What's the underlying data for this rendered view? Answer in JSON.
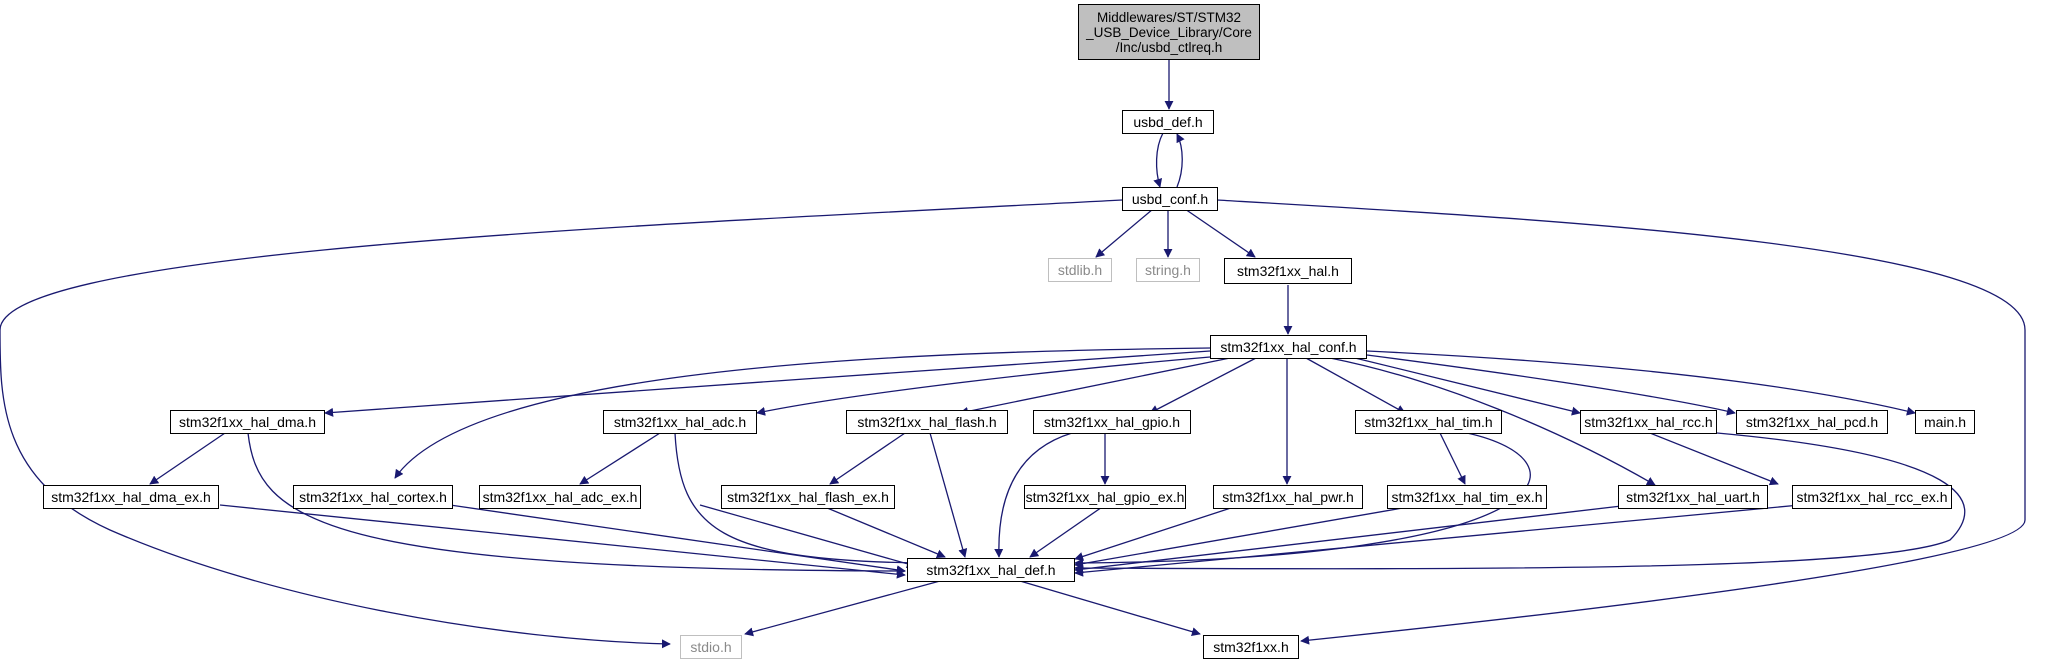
{
  "colors": {
    "edge": "#191970",
    "root_fill": "#bfbfbf",
    "node_border": "#000000",
    "external_border": "#bfbfbf"
  },
  "nodes": {
    "root": "Middlewares/ST/STM32\n_USB_Device_Library/Core\n/Inc/usbd_ctlreq.h",
    "usbd_def": "usbd_def.h",
    "usbd_conf": "usbd_conf.h",
    "stdlib": "stdlib.h",
    "string": "string.h",
    "hal": "stm32f1xx_hal.h",
    "hal_conf": "stm32f1xx_hal_conf.h",
    "dma": "stm32f1xx_hal_dma.h",
    "adc": "stm32f1xx_hal_adc.h",
    "flash": "stm32f1xx_hal_flash.h",
    "gpio": "stm32f1xx_hal_gpio.h",
    "tim": "stm32f1xx_hal_tim.h",
    "rcc": "stm32f1xx_hal_rcc.h",
    "pcd": "stm32f1xx_hal_pcd.h",
    "main": "main.h",
    "dma_ex": "stm32f1xx_hal_dma_ex.h",
    "cortex": "stm32f1xx_hal_cortex.h",
    "adc_ex": "stm32f1xx_hal_adc_ex.h",
    "flash_ex": "stm32f1xx_hal_flash_ex.h",
    "gpio_ex": "stm32f1xx_hal_gpio_ex.h",
    "pwr": "stm32f1xx_hal_pwr.h",
    "tim_ex": "stm32f1xx_hal_tim_ex.h",
    "uart": "stm32f1xx_hal_uart.h",
    "rcc_ex": "stm32f1xx_hal_rcc_ex.h",
    "hal_def": "stm32f1xx_hal_def.h",
    "stdio": "stdio.h",
    "stm32f1xx": "stm32f1xx.h"
  },
  "edges": [
    [
      "root",
      "usbd_def"
    ],
    [
      "usbd_def",
      "usbd_conf"
    ],
    [
      "usbd_conf",
      "usbd_def"
    ],
    [
      "usbd_conf",
      "stdlib"
    ],
    [
      "usbd_conf",
      "string"
    ],
    [
      "usbd_conf",
      "hal"
    ],
    [
      "usbd_conf",
      "stdio"
    ],
    [
      "usbd_conf",
      "stm32f1xx"
    ],
    [
      "hal",
      "hal_conf"
    ],
    [
      "hal_conf",
      "dma"
    ],
    [
      "hal_conf",
      "cortex"
    ],
    [
      "hal_conf",
      "adc"
    ],
    [
      "hal_conf",
      "flash"
    ],
    [
      "hal_conf",
      "gpio"
    ],
    [
      "hal_conf",
      "pwr"
    ],
    [
      "hal_conf",
      "tim"
    ],
    [
      "hal_conf",
      "uart"
    ],
    [
      "hal_conf",
      "rcc"
    ],
    [
      "hal_conf",
      "pcd"
    ],
    [
      "hal_conf",
      "main"
    ],
    [
      "dma",
      "dma_ex"
    ],
    [
      "dma",
      "hal_def"
    ],
    [
      "adc",
      "adc_ex"
    ],
    [
      "adc",
      "hal_def"
    ],
    [
      "flash",
      "flash_ex"
    ],
    [
      "flash",
      "hal_def"
    ],
    [
      "gpio",
      "gpio_ex"
    ],
    [
      "gpio",
      "hal_def"
    ],
    [
      "tim",
      "tim_ex"
    ],
    [
      "tim",
      "hal_def"
    ],
    [
      "rcc",
      "rcc_ex"
    ],
    [
      "rcc",
      "hal_def"
    ],
    [
      "dma_ex",
      "hal_def"
    ],
    [
      "cortex",
      "hal_def"
    ],
    [
      "adc_ex",
      "hal_def"
    ],
    [
      "flash_ex",
      "hal_def"
    ],
    [
      "gpio_ex",
      "hal_def"
    ],
    [
      "pwr",
      "hal_def"
    ],
    [
      "tim_ex",
      "hal_def"
    ],
    [
      "uart",
      "hal_def"
    ],
    [
      "rcc_ex",
      "hal_def"
    ],
    [
      "hal_def",
      "stdio"
    ],
    [
      "hal_def",
      "stm32f1xx"
    ]
  ]
}
